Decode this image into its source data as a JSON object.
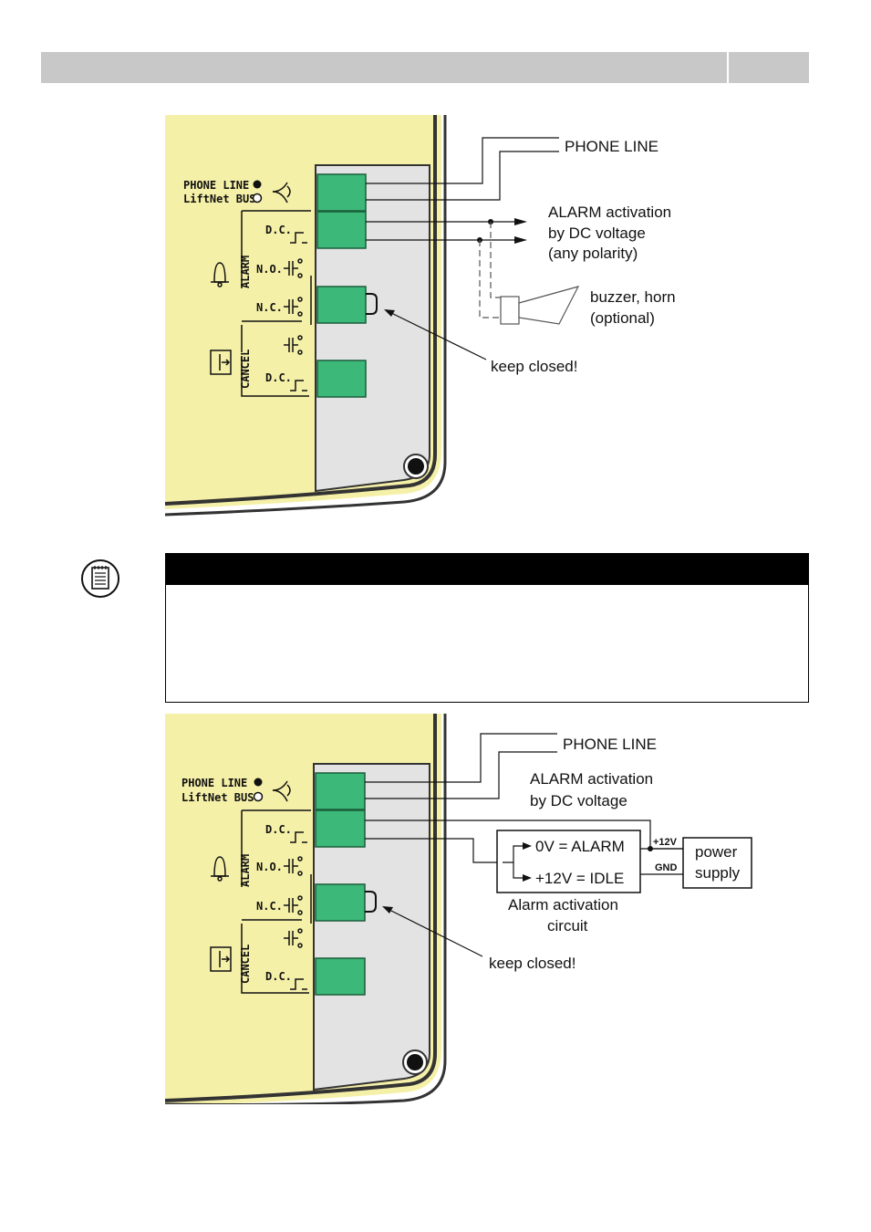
{
  "diagram1": {
    "panel_labels": {
      "phone_line": "PHONE LINE",
      "liftnet_bus": "LiftNet BUS",
      "dc": "D.C.",
      "no": "N.O.",
      "nc": "N.C.",
      "alarm": "ALARM",
      "cancel": "CANCEL"
    },
    "callouts": {
      "phone_line": "PHONE LINE",
      "alarm_activation_1": "ALARM activation",
      "alarm_activation_2": "by DC voltage",
      "alarm_activation_3": "(any polarity)",
      "buzzer_1": "buzzer, horn",
      "buzzer_2": "(optional)",
      "keep_closed": "keep closed!"
    }
  },
  "diagram2": {
    "panel_labels": {
      "phone_line": "PHONE LINE",
      "liftnet_bus": "LiftNet BUS",
      "dc": "D.C.",
      "no": "N.O.",
      "nc": "N.C.",
      "alarm": "ALARM",
      "cancel": "CANCEL"
    },
    "callouts": {
      "phone_line": "PHONE LINE",
      "alarm_activation_1": "ALARM activation",
      "alarm_activation_2": "by DC voltage",
      "zero_v": "0V = ALARM",
      "twelve_v": "+12V = IDLE",
      "circuit_1": "Alarm activation",
      "circuit_2": "circuit",
      "plus12v": "+12V",
      "gnd": "GND",
      "power_1": "power",
      "power_2": "supply",
      "keep_closed": "keep closed!"
    }
  },
  "colors": {
    "panel_yellow": "#f5f0a8",
    "terminal_green": "#3cb878",
    "tray_gray": "#e3e3e3",
    "header_gray": "#c8c8c8"
  }
}
